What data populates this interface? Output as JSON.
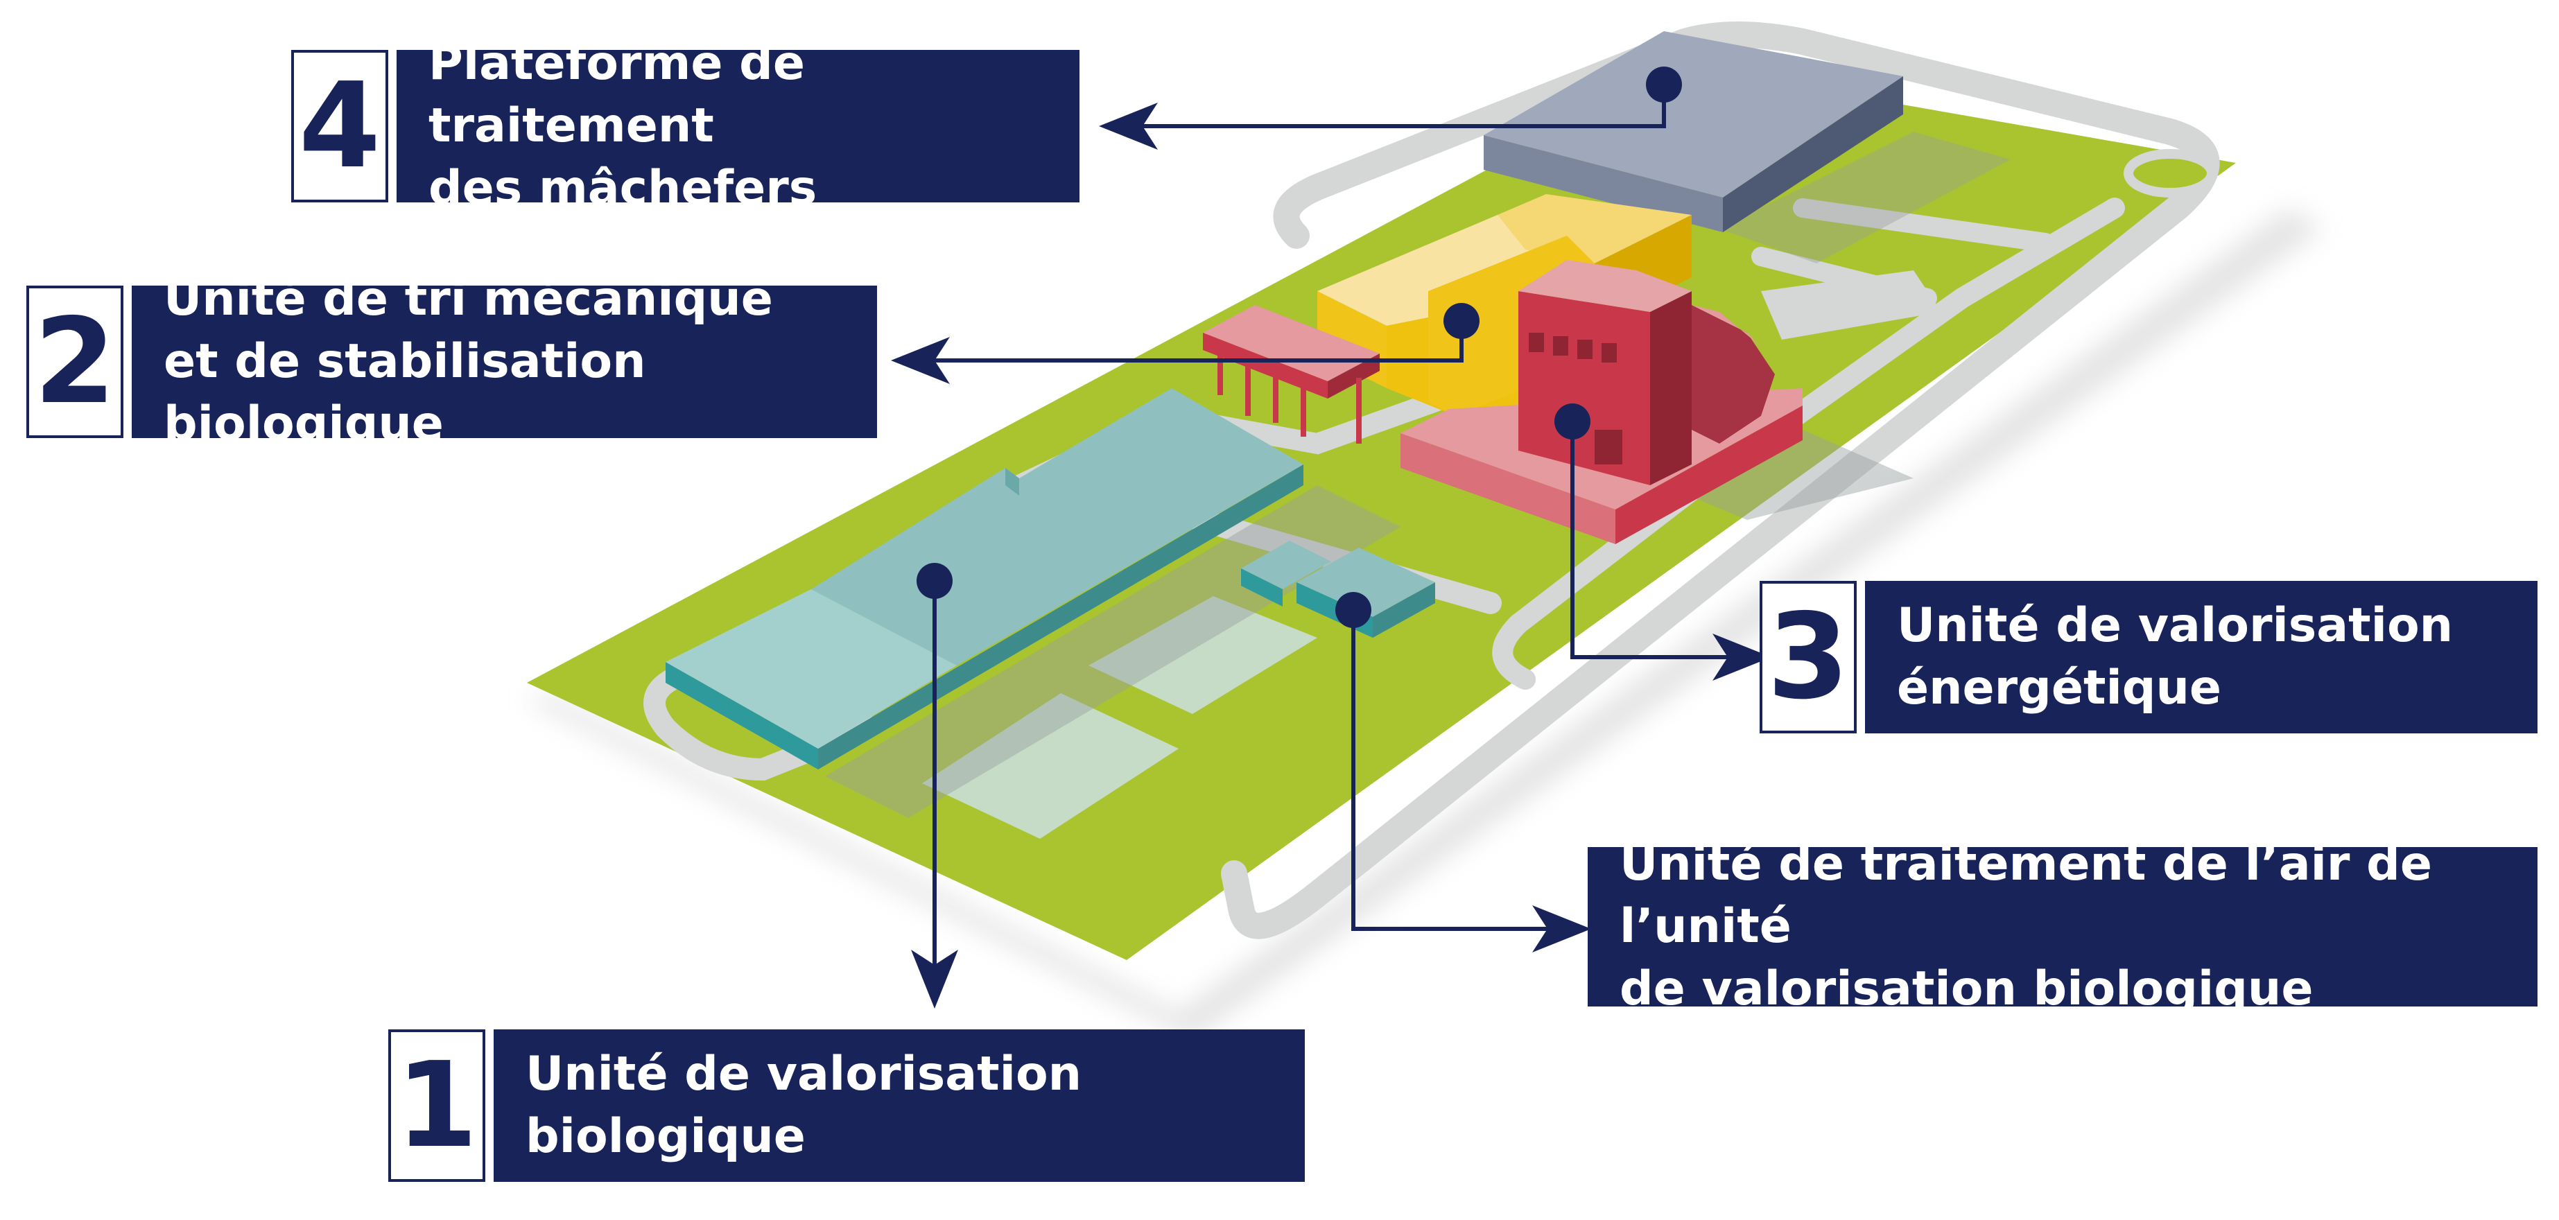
{
  "labels": {
    "l1": {
      "number": "1",
      "lines": [
        "Unité de valorisation biologique"
      ]
    },
    "l2": {
      "number": "2",
      "lines": [
        "Unité de tri mécanique",
        "et de stabilisation biologique"
      ]
    },
    "l3": {
      "number": "3",
      "lines": [
        "Unité de valorisation",
        "énergétique"
      ]
    },
    "l4": {
      "number": "4",
      "lines": [
        "Plateforme de traitement",
        "des mâchefers"
      ]
    },
    "air": {
      "lines": [
        "Unité de traitement de l’air de l’unité",
        "de valorisation biologique"
      ]
    }
  },
  "colors": {
    "navy": "#18235a",
    "grass": "#a9c42e",
    "road": "#d5d6d6",
    "teal_building": "#8fc0bf",
    "yellow_building": "#f0c419",
    "red_building": "#c9384a",
    "pink_building": "#e49a9e",
    "grey_building": "#98a1b6"
  }
}
